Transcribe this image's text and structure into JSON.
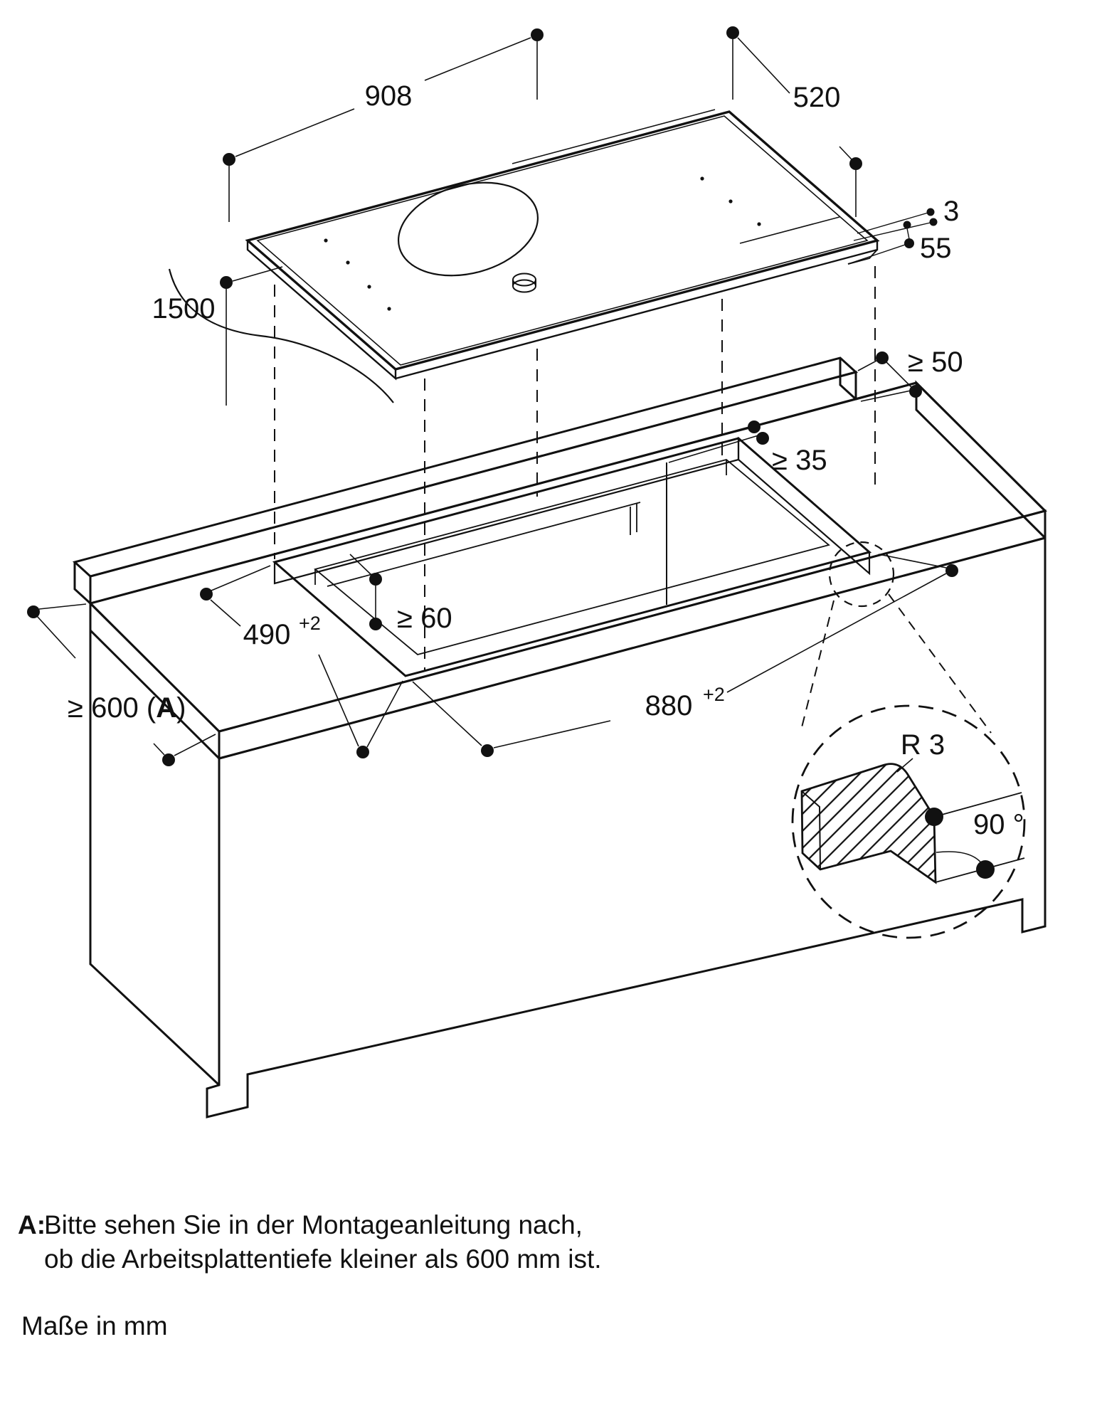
{
  "diagram": {
    "dimensions": {
      "top_width": "908",
      "top_depth": "520",
      "glass_thickness": "3",
      "install_height": "55",
      "cable_length": "1500",
      "rear_clearance": "≥ 50",
      "rear_edge_distance": "≥ 35",
      "cutout_depth": "490",
      "cutout_depth_tolerance": "+2",
      "stiffener_width": "≥ 60",
      "worktop_depth_open": "≥ 600 (",
      "worktop_depth_ref": "A",
      "worktop_depth_close": ")",
      "cutout_width": "880",
      "cutout_width_tolerance": "+2",
      "corner_radius": "R 3",
      "corner_angle": "90 °"
    },
    "footnote": {
      "ref": "A:",
      "line1": "Bitte sehen Sie in der Montageanleitung nach,",
      "line2": "ob die Arbeitsplattentiefe kleiner als 600 mm ist."
    },
    "units_note": "Maße in mm"
  }
}
